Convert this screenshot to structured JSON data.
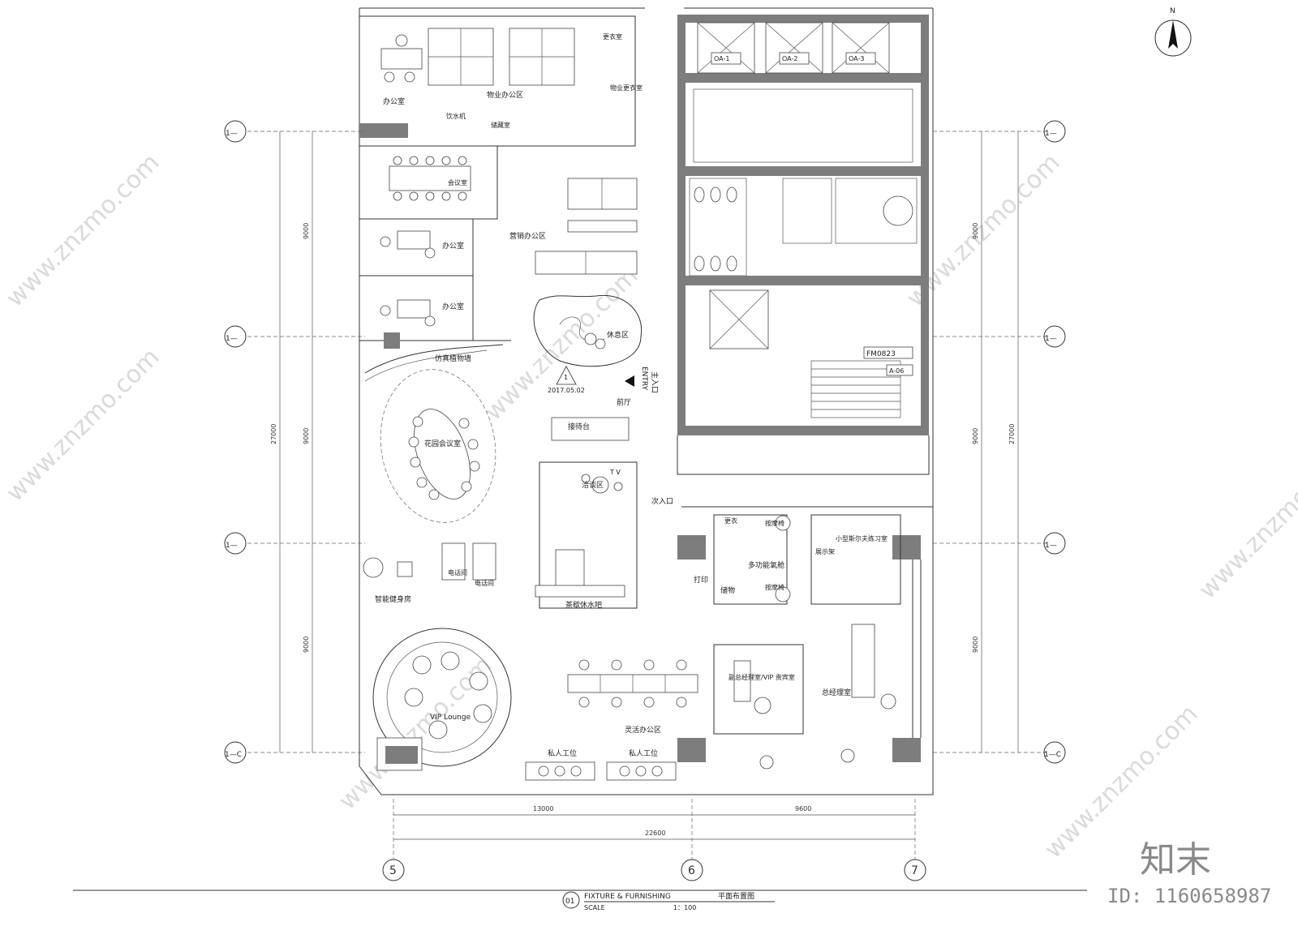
{
  "north_label": "N",
  "grid": {
    "rows": [
      "1—",
      "1—",
      "1—",
      "1—C"
    ],
    "cols": [
      "5",
      "6",
      "7"
    ]
  },
  "dims": {
    "left_total": "27000",
    "left_parts": [
      "9000",
      "9000",
      "9000"
    ],
    "right_total": "27000",
    "right_parts": [
      "9000",
      "9000",
      "9000"
    ],
    "bottom_parts": [
      "13000",
      "9600"
    ],
    "bottom_total": "22600"
  },
  "rooms": {
    "office1": "办公室",
    "property_office": "物业办公区",
    "locker": "更衣室",
    "property_locker": "物业更衣室",
    "water": "饮水机",
    "storage": "储藏室",
    "meeting": "会议室",
    "office2": "办公室",
    "sales_office": "营销办公区",
    "office3": "办公室",
    "rest": "休息区",
    "plants": "仿真植物墙",
    "garden_meeting": "花园会议室",
    "hall": "前厅",
    "reception": "接待台",
    "negotiation": "洽谈区",
    "tv": "T V",
    "entrance2": "次入口",
    "cafe": "茶歇休水吧",
    "phone1": "电话间",
    "phone2": "电话间",
    "gym": "智能健身房",
    "vip": "VIP Lounge",
    "flex_office": "灵活办公区",
    "private1": "私人工位",
    "private2": "私人工位",
    "changing": "更衣",
    "massage1": "按摩椅",
    "multi_oxygen": "多功能氧舱",
    "print": "打印",
    "storage2": "储物",
    "massage2": "按摩椅",
    "display": "展示架",
    "small_fitness": "小型斯尔夫练习室",
    "deputy": "副总经理室/VIP 贵宾室",
    "gm": "总经理室"
  },
  "tags": {
    "elev1": "OA-1",
    "elev2": "OA-2",
    "elev3": "OA-3",
    "door_code": "FM0823",
    "stair_code": "A-06",
    "entry_en": "ENTRY",
    "entry_cn": "主入口",
    "section_num": "1",
    "section_date": "2017.05.02"
  },
  "title_block": {
    "num": "01",
    "title_en": "FIXTURE  &  FURNISHING",
    "title_cn": "平面布置图",
    "scale_label": "SCALE",
    "scale_value": "1：100"
  },
  "watermark": {
    "site": "www.znzmo.com",
    "brand": "知末",
    "id": "ID: 1160658987"
  }
}
